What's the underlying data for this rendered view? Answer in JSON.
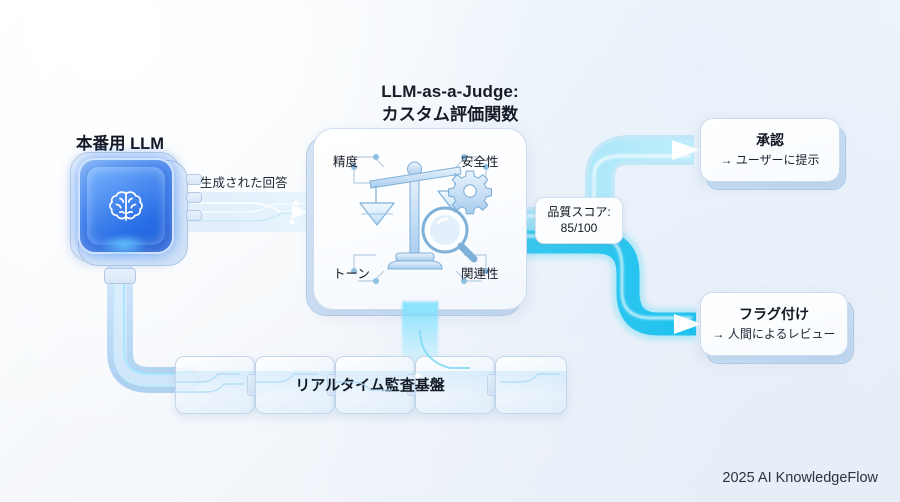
{
  "footer": {
    "text": "2025 AI KnowledgeFlow"
  },
  "production_llm": {
    "title": "本番用 LLM",
    "icon": "brain-icon"
  },
  "flow_in": {
    "label": "生成された回答"
  },
  "judge": {
    "title_line1": "LLM-as-a-Judge:",
    "title_line2": "カスタム評価関数",
    "icon": "scales-gear-magnifier-icon",
    "criteria": [
      {
        "id": "accuracy",
        "label": "精度",
        "position": "top-left"
      },
      {
        "id": "safety",
        "label": "安全性",
        "position": "top-right"
      },
      {
        "id": "tone",
        "label": "トーン",
        "position": "bottom-left"
      },
      {
        "id": "relevance",
        "label": "関連性",
        "position": "bottom-right"
      }
    ]
  },
  "score": {
    "label": "品質スコア:",
    "value": "85/100"
  },
  "audit": {
    "label": "リアルタイム監査基盤",
    "segments": 5
  },
  "outcomes": [
    {
      "id": "approve",
      "title": "承認",
      "subtitle": "→ ユーザーに提示"
    },
    {
      "id": "flag",
      "title": "フラグ付け",
      "subtitle": "→ 人間によるレビュー"
    }
  ],
  "colors": {
    "accent_cyan": "#2ec8ef",
    "accent_blue": "#2f74e8",
    "pipe_soft_blue": "#bcdcf7",
    "text_dark": "#141b26",
    "background": "#f2f6fb"
  }
}
